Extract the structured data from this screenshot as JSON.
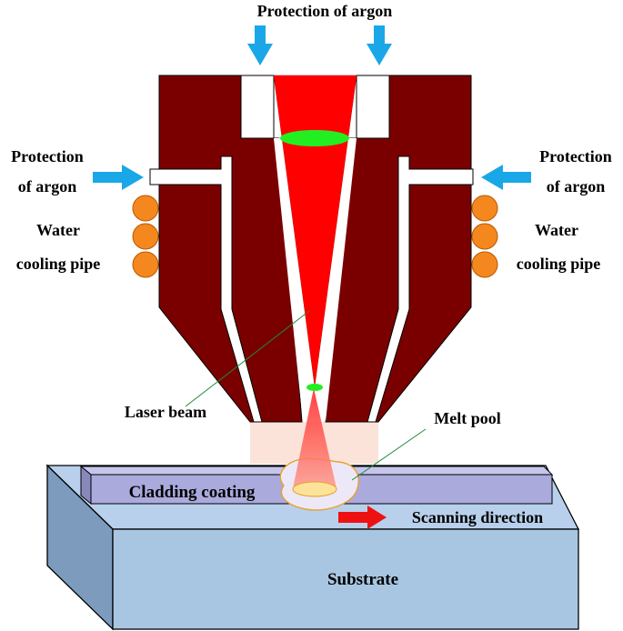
{
  "labels": {
    "argon_top": "Protection of argon",
    "argon_left_line1": "Protection",
    "argon_left_line2": "of argon",
    "argon_right_line1": "Protection",
    "argon_right_line2": "of argon",
    "water_left_line1": "Water",
    "water_left_line2": "cooling pipe",
    "water_right_line1": "Water",
    "water_right_line2": "cooling pipe",
    "laser_beam": "Laser beam",
    "melt_pool": "Melt pool",
    "cladding_coating": "Cladding coating",
    "scanning_direction": "Scanning direction",
    "substrate": "Substrate"
  },
  "colors": {
    "nozzle": "#7a0000",
    "laser": "#ff0000",
    "lens": "#22ee22",
    "arrow_blue": "#1aa7e8",
    "pipe_orange": "#f5871f",
    "scan_arrow": "#ee1111",
    "substrate_front": "#a8c6e2",
    "substrate_top": "#b8d0ec",
    "substrate_side": "#7d9bbd",
    "cladding": "#aaaadd",
    "powder_zone": "#fbe3da",
    "melt_pool": "#ffe9a8"
  }
}
